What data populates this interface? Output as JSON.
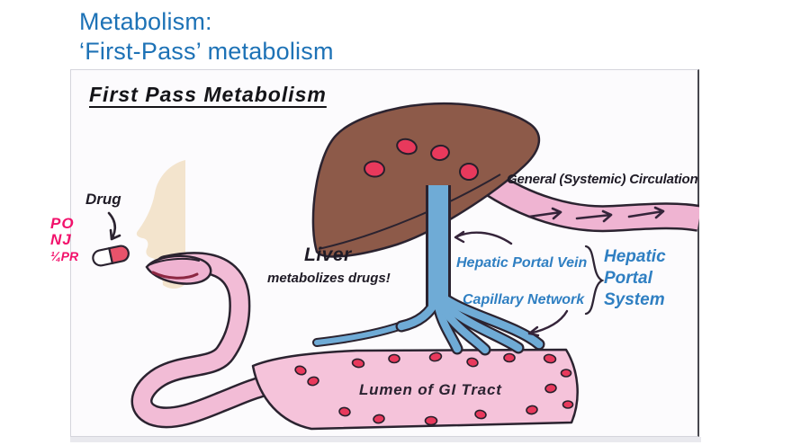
{
  "slide": {
    "title_line1": "Metabolism:",
    "title_line2": "‘First-Pass’ metabolism"
  },
  "diagram": {
    "heading": "First Pass Metabolism",
    "drug_label": "Drug",
    "route_annotation": {
      "line1": "PO",
      "line2": "NJ",
      "line3": "¼PR"
    },
    "liver_label": "Liver",
    "liver_caption": "metabolizes drugs!",
    "systemic_label": "General (Systemic) Circulation",
    "hepatic_portal_vein_label": "Hepatic Portal Vein",
    "capillary_network_label": "Capillary Network",
    "hepatic_portal_system": {
      "line1": "Hepatic",
      "line2": "Portal",
      "line3": "System"
    },
    "gi_lumen_label": "Lumen of GI Tract",
    "colors": {
      "title_blue": "#1d72b6",
      "portal_label_blue": "#2f7fc2",
      "liver_brown": "#8d5a49",
      "vessel_pink": "#efb4d2",
      "gi_pink": "#f5c3da",
      "vein_blue": "#6fabd6",
      "drug_red": "#e8395c",
      "annotation_pink": "#f2116b",
      "outline": "#2b2330",
      "skin": "#f3e4cd"
    }
  }
}
